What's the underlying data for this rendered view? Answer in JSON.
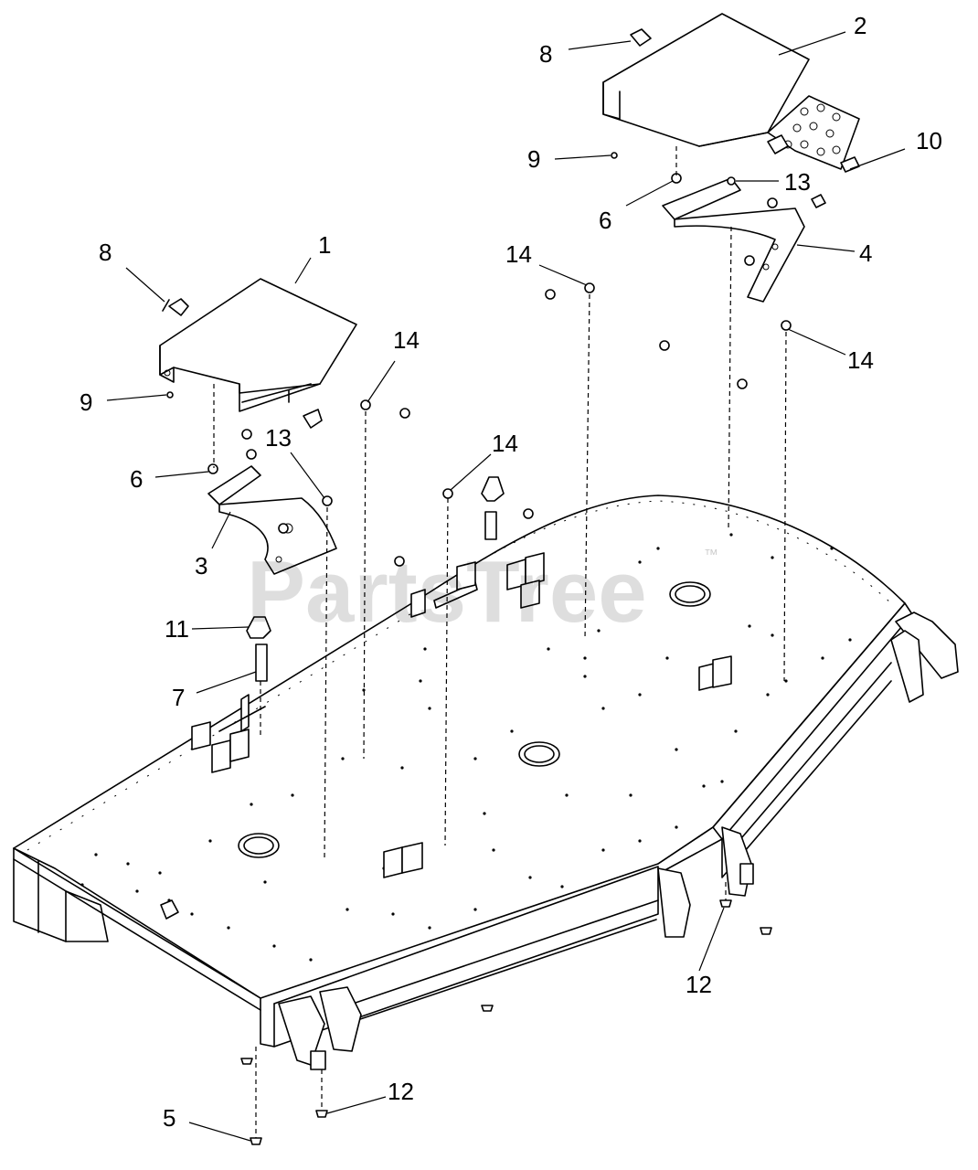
{
  "watermark": {
    "text": "PartsTree",
    "trademark": "™"
  },
  "callouts": [
    {
      "id": "c1",
      "label": "1"
    },
    {
      "id": "c2",
      "label": "2"
    },
    {
      "id": "c3",
      "label": "3"
    },
    {
      "id": "c4",
      "label": "4"
    },
    {
      "id": "c5",
      "label": "5"
    },
    {
      "id": "c6a",
      "label": "6"
    },
    {
      "id": "c6b",
      "label": "6"
    },
    {
      "id": "c7",
      "label": "7"
    },
    {
      "id": "c8a",
      "label": "8"
    },
    {
      "id": "c8b",
      "label": "8"
    },
    {
      "id": "c9a",
      "label": "9"
    },
    {
      "id": "c9b",
      "label": "9"
    },
    {
      "id": "c10",
      "label": "10"
    },
    {
      "id": "c11",
      "label": "11"
    },
    {
      "id": "c12a",
      "label": "12"
    },
    {
      "id": "c12b",
      "label": "12"
    },
    {
      "id": "c13a",
      "label": "13"
    },
    {
      "id": "c13b",
      "label": "13"
    },
    {
      "id": "c14a",
      "label": "14"
    },
    {
      "id": "c14b",
      "label": "14"
    },
    {
      "id": "c14c",
      "label": "14"
    },
    {
      "id": "c14d",
      "label": "14"
    }
  ]
}
